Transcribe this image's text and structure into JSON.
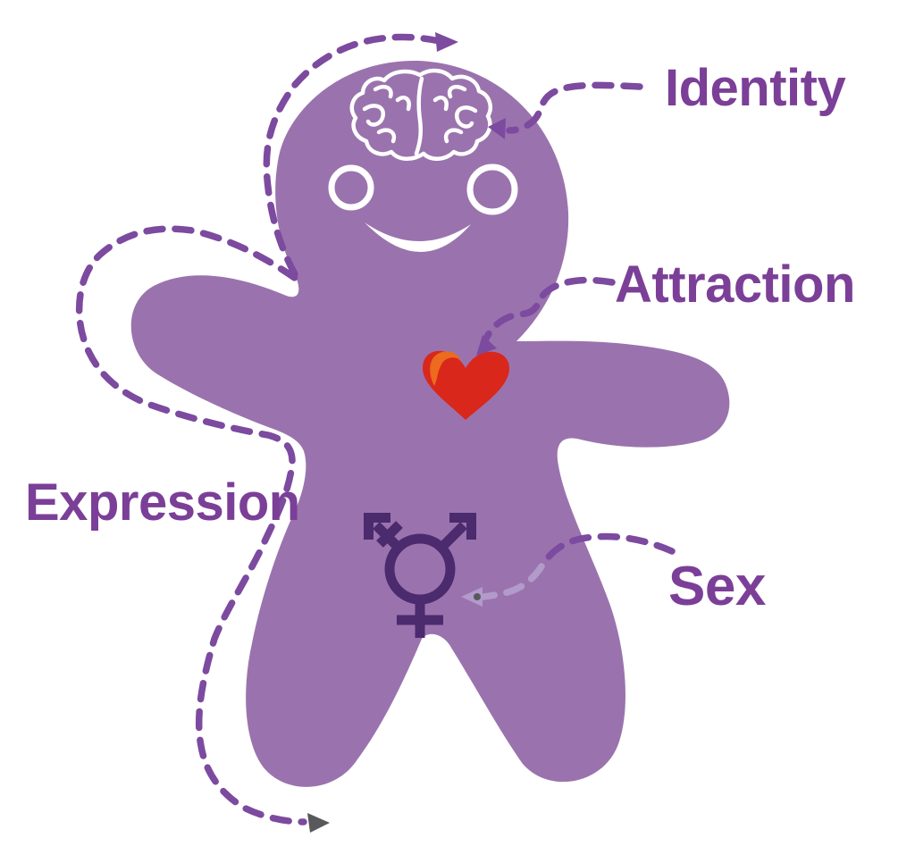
{
  "diagram": {
    "name": "Genderbread Person diagram",
    "labels": {
      "identity": "Identity",
      "attraction": "Attraction",
      "expression": "Expression",
      "sex": "Sex"
    },
    "icons": {
      "brain": "brain-icon",
      "heart": "heart-icon",
      "transgender_symbol": "transgender-symbol-icon",
      "eyes": "eye-icon",
      "smile": "smile-icon"
    }
  },
  "colors": {
    "body": "#9a73ae",
    "label": "#7b3f98",
    "dash": "#7c4a9f",
    "dash_light": "#b29aca",
    "symbol": "#4b2a6d",
    "heart_red": "#d9271c",
    "heart_orange": "#ec6b1e",
    "arrow_gray": "#58595b",
    "white": "#ffffff"
  }
}
